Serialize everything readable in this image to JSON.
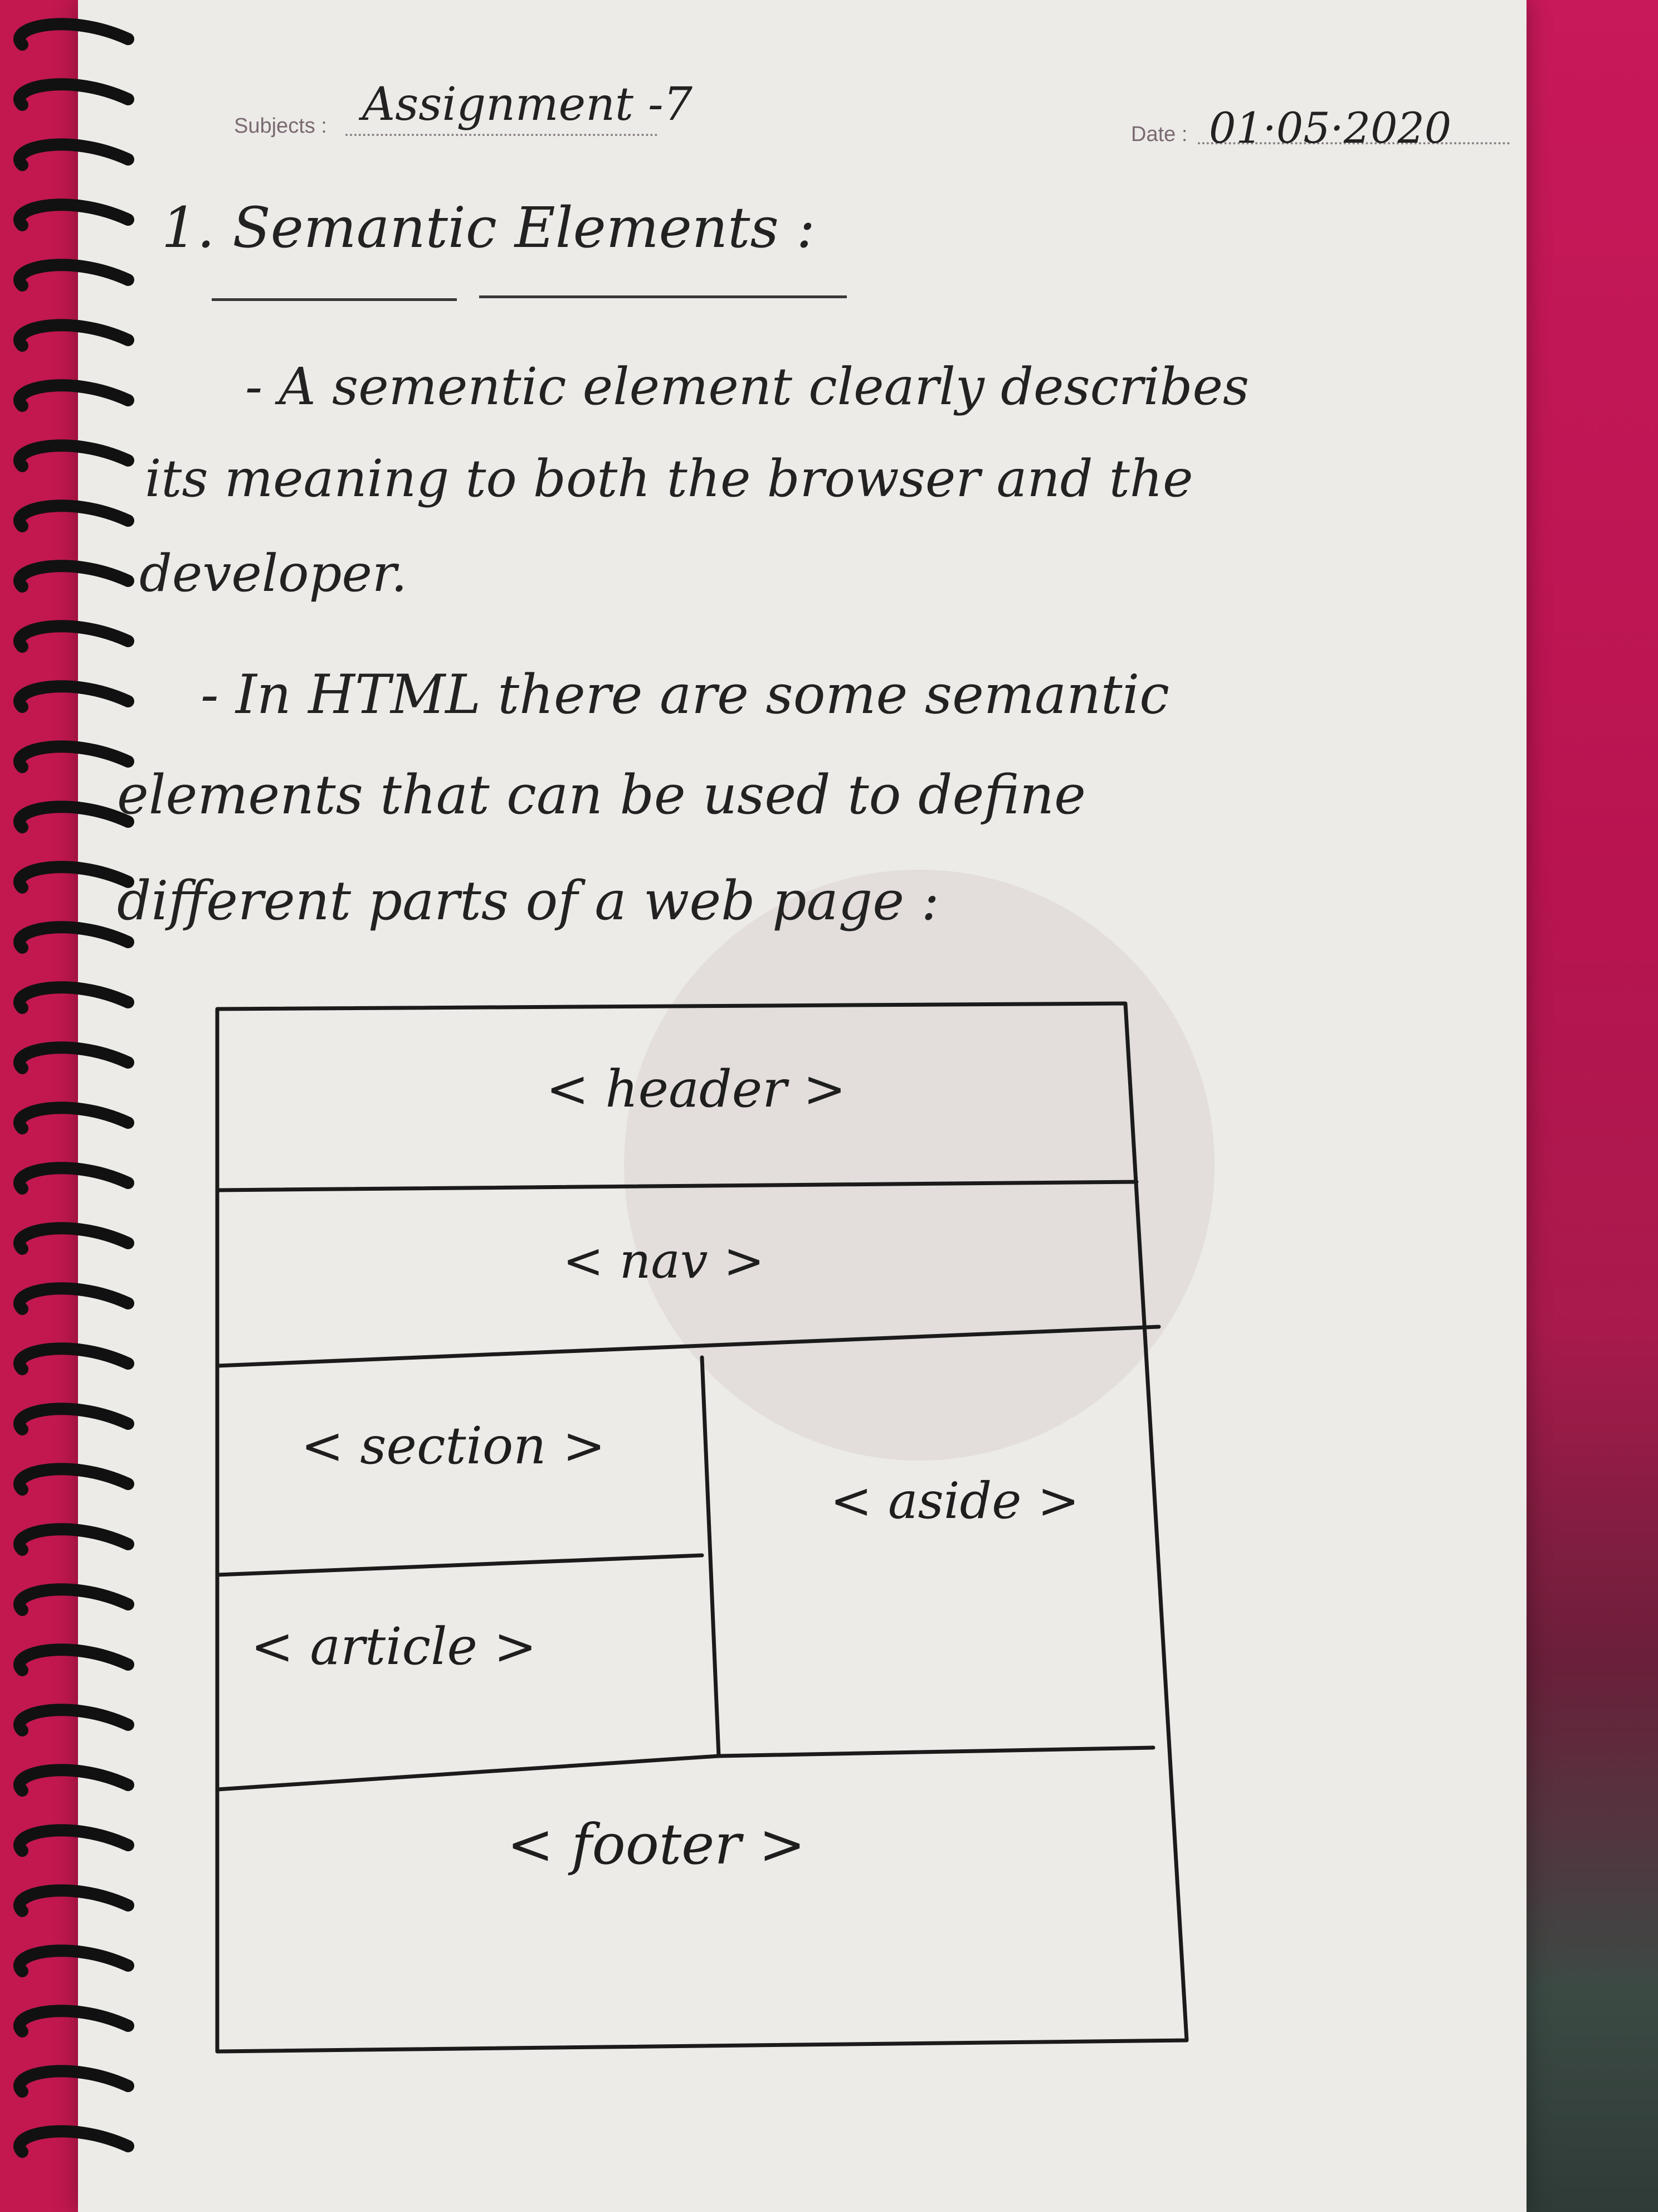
{
  "header": {
    "subjects_label": "Subjects :",
    "subjects_value": "Assignment -7",
    "date_label": "Date :",
    "date_value": "01·05·2020"
  },
  "heading": "1. Semantic Elements :",
  "paragraphs": [
    {
      "lines": [
        "- A sementic element clearly describes",
        "its meaning to both the browser and the",
        "developer."
      ]
    },
    {
      "lines": [
        "- In HTML there are some semantic",
        "elements that can be used to define",
        "different parts of a web page :"
      ]
    }
  ],
  "diagram": {
    "header": "< header >",
    "nav": "< nav >",
    "section": "< section >",
    "aside": "< aside >",
    "article": "< article >",
    "footer": "< footer >"
  },
  "colors": {
    "page": "#ecebe7",
    "ink": "#232222",
    "background": "#c2184f"
  }
}
